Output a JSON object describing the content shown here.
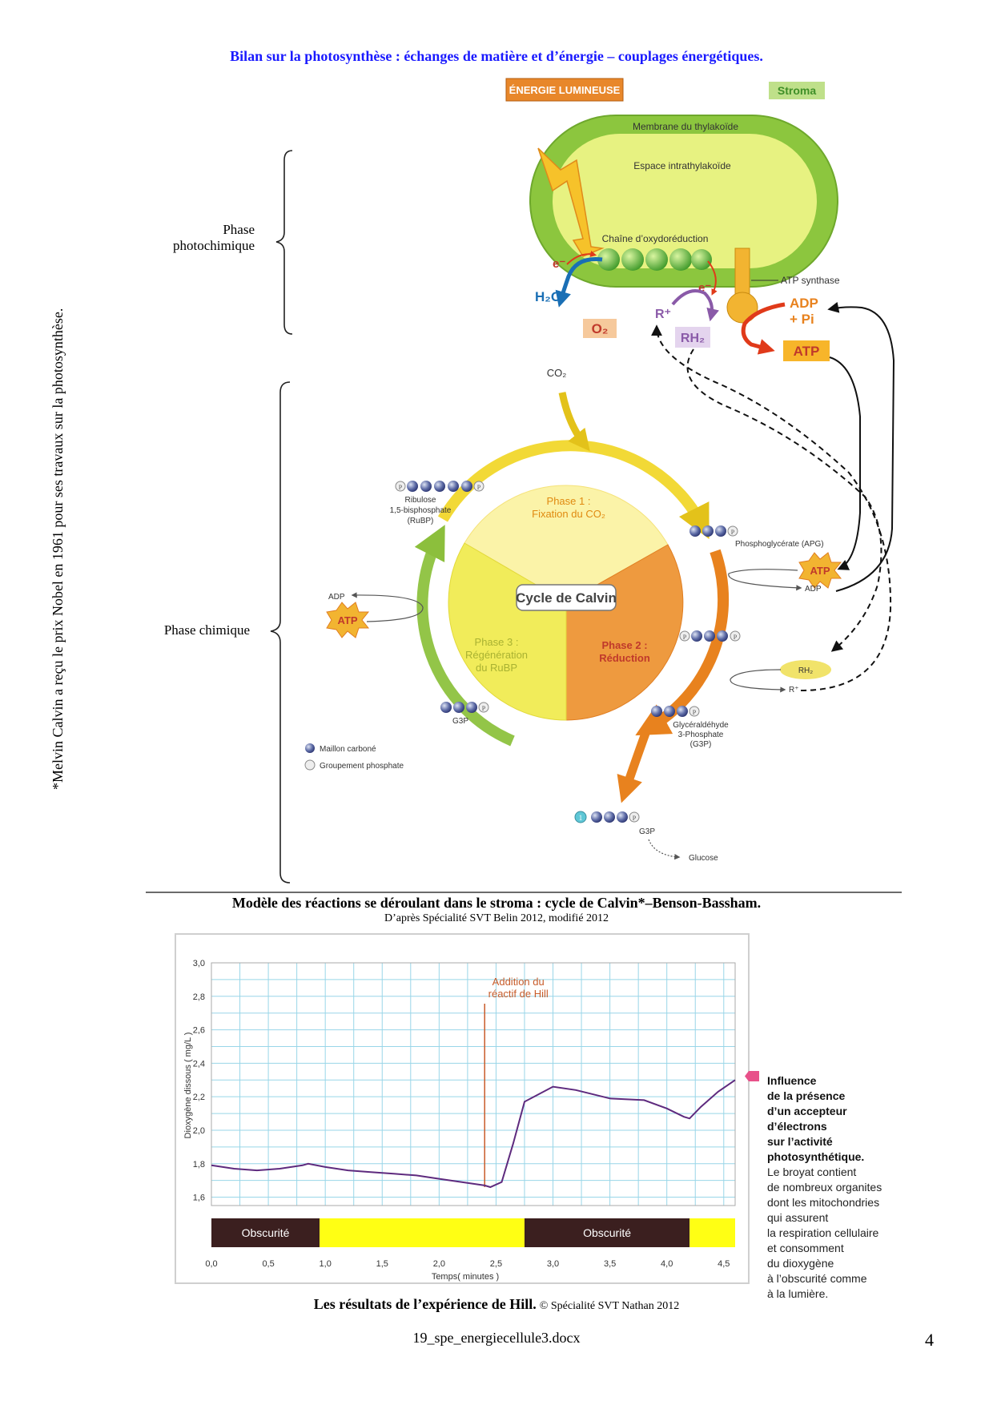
{
  "page_title": "Bilan sur la photosynthèse : échanges de matière et d’énergie – couplages énergétiques.",
  "side_note": "*Melvin Calvin a reçu le prix Nobel en 1961 pour ses travaux sur la photosynthèse.",
  "phases": {
    "photochemical": [
      "Phase",
      "photochimique"
    ],
    "chemical": "Phase chimique"
  },
  "thylakoid": {
    "energy_label": "ÉNERGIE LUMINEUSE",
    "stroma": "Stroma",
    "membrane": "Membrane du thylakoïde",
    "lumen": "Espace intrathylakoïde",
    "chain": "Chaîne d’oxydoréduction",
    "electron": "e⁻",
    "water": "H₂O",
    "oxygen": "O₂",
    "r_plus": "R⁺",
    "rh2": "RH₂",
    "atp_synthase": "ATP synthase",
    "adp": "ADP",
    "pi": "+ Pi",
    "atp": "ATP"
  },
  "calvin": {
    "co2": "CO₂",
    "title": "Cycle de Calvin",
    "phase1": [
      "Phase 1 :",
      "Fixation du CO₂"
    ],
    "phase2": [
      "Phase 2 :",
      "Réduction"
    ],
    "phase3": [
      "Phase 3 :",
      "Régénération",
      "du RuBP"
    ],
    "rubp": [
      "Ribulose",
      "1,5-bisphosphate",
      "(RuBP)"
    ],
    "apg": "Phosphoglycérate (APG)",
    "g3p_full": [
      "Glycéraldéhyde",
      "3-Phosphate",
      "(G3P)"
    ],
    "g3p": "G3P",
    "glucose": "Glucose",
    "atp": "ATP",
    "adp": "ADP",
    "rh2": "RH₂",
    "r_plus": "R⁺",
    "p": "P",
    "one": "1",
    "legend": [
      "Maillon carboné",
      "Groupement phosphate"
    ]
  },
  "calvin_caption": "Modèle des réactions se déroulant dans le stroma : cycle de Calvin*–Benson-Bassham.",
  "calvin_source": "D’après Spécialité SVT Belin 2012, modifié 2012",
  "hill_chart": {
    "ylabel": "Dioxygène dissous ( mg/L )",
    "xlabel": "Temps( minutes )",
    "y_ticks": [
      "1,6",
      "1,8",
      "2,0",
      "2,2",
      "2,4",
      "2,6",
      "2,8",
      "3,0"
    ],
    "x_ticks": [
      "0,0",
      "0,5",
      "1,0",
      "1,5",
      "2,0",
      "2,5",
      "3,0",
      "3,5",
      "4,0",
      "4,5"
    ],
    "annotation": [
      "Addition du",
      "réactif de Hill"
    ],
    "dark_label": "Obscurité",
    "colors": {
      "line": "#5e2a7e",
      "dark": "#3b1f1f",
      "light": "#ffff14",
      "annotation": "#c85c2a",
      "grid": "#99d6e8"
    }
  },
  "chart_data": {
    "type": "line",
    "title": "",
    "xlabel": "Temps( minutes )",
    "ylabel": "Dioxygène dissous ( mg/L )",
    "xlim": [
      0,
      4.6
    ],
    "ylim": [
      1.55,
      3.0
    ],
    "x": [
      0.0,
      0.2,
      0.4,
      0.6,
      0.8,
      0.85,
      1.0,
      1.2,
      1.4,
      1.6,
      1.8,
      2.0,
      2.2,
      2.4,
      2.45,
      2.55,
      2.65,
      2.75,
      3.0,
      3.2,
      3.5,
      3.8,
      4.0,
      4.15,
      4.2,
      4.3,
      4.45,
      4.6
    ],
    "series": [
      {
        "values": [
          1.79,
          1.77,
          1.76,
          1.77,
          1.79,
          1.8,
          1.78,
          1.76,
          1.75,
          1.74,
          1.73,
          1.71,
          1.69,
          1.67,
          1.66,
          1.69,
          1.92,
          2.17,
          2.26,
          2.24,
          2.19,
          2.18,
          2.13,
          2.08,
          2.07,
          2.14,
          2.23,
          2.3
        ]
      }
    ],
    "annotation_x": 2.4,
    "periods": [
      {
        "label": "Obscurité",
        "from": 0.0,
        "to": 0.95
      },
      {
        "label": "",
        "from": 0.95,
        "to": 2.75
      },
      {
        "label": "Obscurité",
        "from": 2.75,
        "to": 4.2
      },
      {
        "label": "",
        "from": 4.2,
        "to": 4.6
      }
    ]
  },
  "hill_side_text": {
    "bold": [
      "Influence",
      "de la présence",
      "d’un accepteur",
      "d’électrons",
      "sur l’activité",
      "photosynthétique."
    ],
    "normal": [
      "Le broyat contient",
      "de nombreux organites",
      "dont les mitochondries",
      "qui assurent",
      "la respiration cellulaire",
      "et consomment",
      "du dioxygène",
      "à l’obscurité comme",
      "à la lumière."
    ]
  },
  "hill_caption_bold": "Les résultats de l’expérience de Hill.",
  "hill_caption_small": "© Spécialité SVT Nathan 2012",
  "footer": "19_spe_energiecellule3.docx",
  "page_number": "4"
}
